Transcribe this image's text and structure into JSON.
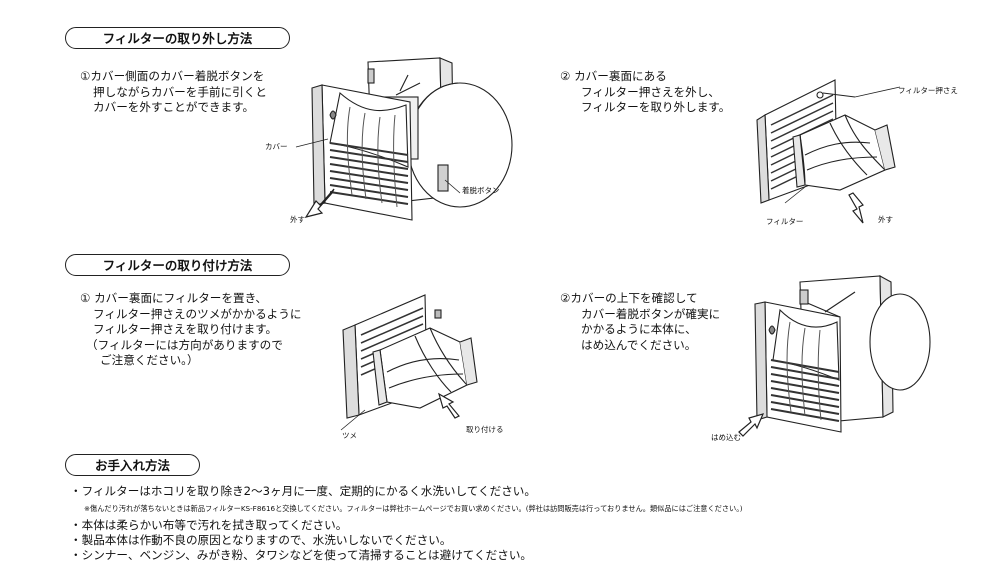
{
  "remove": {
    "heading": "フィルターの取り外し方法",
    "step1": {
      "lines": [
        "①カバー側面のカバー着脱ボタンを",
        "押しながらカバーを手前に引くと",
        "カバーを外すことができます。"
      ],
      "label_cover": "カバー",
      "label_button": "着脱ボタン",
      "label_remove": "外す"
    },
    "step2": {
      "lines": [
        "② カバー裏面にある",
        "フィルター押さえを外し、",
        "フィルターを取り外します。"
      ],
      "label_holder": "フィルター押さえ",
      "label_filter": "フィルター",
      "label_remove": "外す"
    }
  },
  "attach": {
    "heading": "フィルターの取り付け方法",
    "step1": {
      "lines": [
        "① カバー裏面にフィルターを置き、",
        "フィルター押さえのツメがかかるように",
        "フィルター押さえを取り付けます。",
        "（フィルターには方向がありますので",
        "ご注意ください。）"
      ],
      "label_tab": "ツメ",
      "label_attach": "取り付ける"
    },
    "step2": {
      "lines": [
        "②カバーの上下を確認して",
        "カバー着脱ボタンが確実に",
        "かかるように本体に、",
        "はめ込んでください。"
      ],
      "label_insert": "はめ込む"
    }
  },
  "care": {
    "heading": "お手入れ方法",
    "items": [
      "・フィルターはホコリを取り除き2〜3ヶ月に一度、定期的にかるく水洗いしてください。",
      "※傷んだり汚れが落ちないときは新品フィルターKS-F8616と交換してください。フィルターは弊社ホームページでお買い求めください。(弊社は訪問販売は行っておりません。類似品にはご注意ください。)",
      "・本体は柔らかい布等で汚れを拭き取ってください。",
      "・製品本体は作動不良の原因となりますので、水洗いしないでください。",
      "・シンナー、ベンジン、みがき粉、タワシなどを使って清掃することは避けてください。"
    ]
  }
}
